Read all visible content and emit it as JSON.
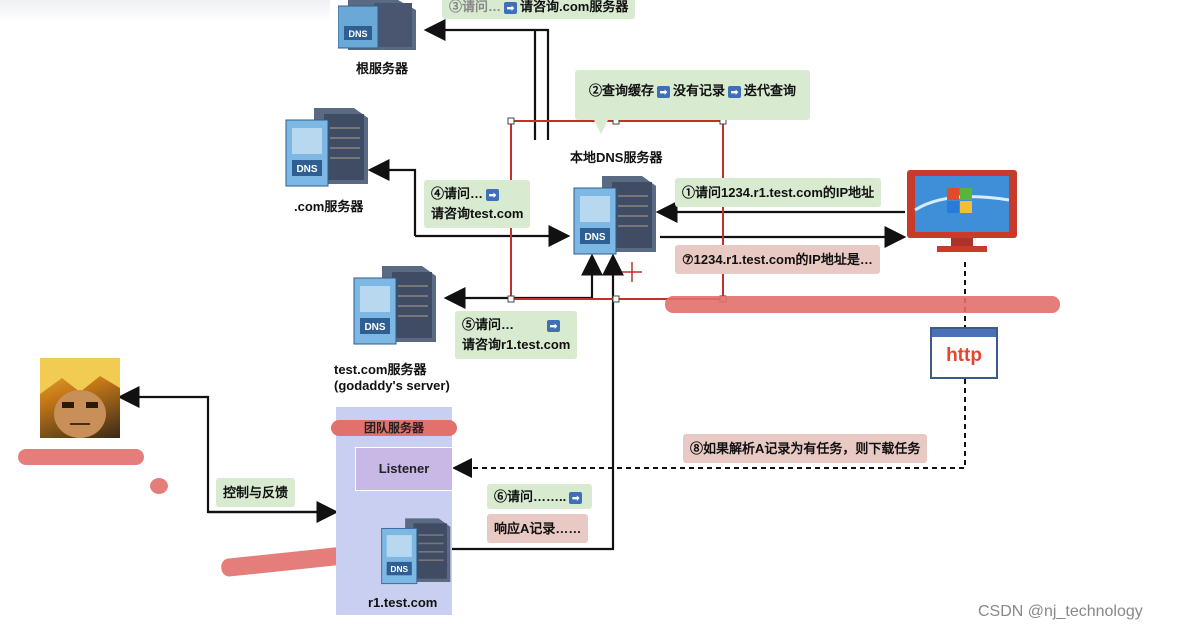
{
  "labels": {
    "root_server": "根服务器",
    "com_server": ".com服务器",
    "local_dns": "本地DNS服务器",
    "test_com_server": "test.com服务器",
    "godaddy": "(godaddy's server)",
    "team_server": "团队服务器",
    "listener": "Listener",
    "r1_server": "r1.test.com",
    "http": "http",
    "watermark": "CSDN @nj_technology"
  },
  "steps": {
    "s3_a": "③请问…",
    "s3_b": "请咨询.com服务器",
    "s2_a": "②查询缓存",
    "s2_b": "没有记录",
    "s2_c": "迭代查询",
    "s4_a": "④请问…",
    "s4_b": "请咨询test.com",
    "s1": "①请问1234.r1.test.com的IP地址",
    "s7": "⑦1234.r1.test.com的IP地址是…",
    "s5_a": "⑤请问…",
    "s5_b": "请咨询r1.test.com",
    "s8": "⑧如果解析A记录为有任务，则下载任务",
    "s6_a": "⑥请问……..",
    "s6_b": "响应A记录……",
    "control": "控制与反馈"
  },
  "icons": {
    "arrow_badge": "➡",
    "server_badge": "DNS"
  }
}
